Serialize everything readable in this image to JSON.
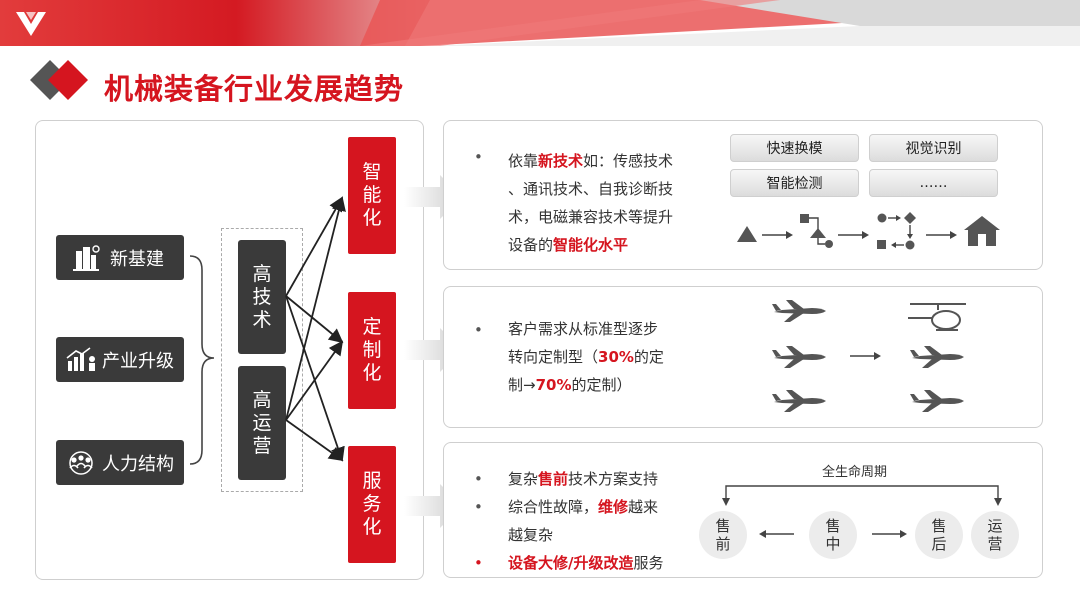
{
  "header": {
    "title": "机械装备行业发展趋势"
  },
  "left_panel": {
    "drivers": [
      {
        "label": "新基建",
        "icon": "building-icon"
      },
      {
        "label": "产业升级",
        "icon": "growth-icon"
      },
      {
        "label": "人力结构",
        "icon": "people-icon"
      }
    ],
    "cores": [
      {
        "lines": [
          "高",
          "技",
          "术"
        ]
      },
      {
        "lines": [
          "高",
          "运",
          "营"
        ]
      }
    ],
    "trends": [
      {
        "lines": [
          "智",
          "能",
          "化"
        ]
      },
      {
        "lines": [
          "定",
          "制",
          "化"
        ]
      },
      {
        "lines": [
          "服",
          "务",
          "化"
        ]
      }
    ]
  },
  "panel1": {
    "text": {
      "p1": "依靠",
      "r1": "新技术",
      "p2": "如：传感技术",
      "l2": "、通讯技术、自我诊断技",
      "l3": "术，电磁兼容技术等提升",
      "l4a": "设备的",
      "r2": "智能化水平"
    },
    "chips": [
      "快速换模",
      "视觉识别",
      "智能检测",
      "……"
    ]
  },
  "panel2": {
    "text": {
      "l1": "客户需求从标准型逐步",
      "l2a": "转向定制型（",
      "r1": "30%",
      "l2b": "的定",
      "l3a": "制→",
      "r2": "70%",
      "l3b": "的定制）"
    }
  },
  "panel3": {
    "bullets": {
      "b1a": "复杂",
      "b1r": "售前",
      "b1b": "技术方案支持",
      "b2a": "综合性故障，",
      "b2r": "维修",
      "b2b": "越来",
      "b2c": "越复杂",
      "b3r": "设备大修/升级改造",
      "b3b": "服务"
    },
    "lifecycle": {
      "label": "全生命周期",
      "stages": [
        {
          "lines": [
            "售",
            "前"
          ]
        },
        {
          "lines": [
            "售",
            "中"
          ]
        },
        {
          "lines": [
            "售",
            "后"
          ]
        },
        {
          "lines": [
            "运",
            "营"
          ]
        }
      ]
    }
  },
  "colors": {
    "accent": "#d5151f",
    "dark": "#3a3a3a"
  }
}
